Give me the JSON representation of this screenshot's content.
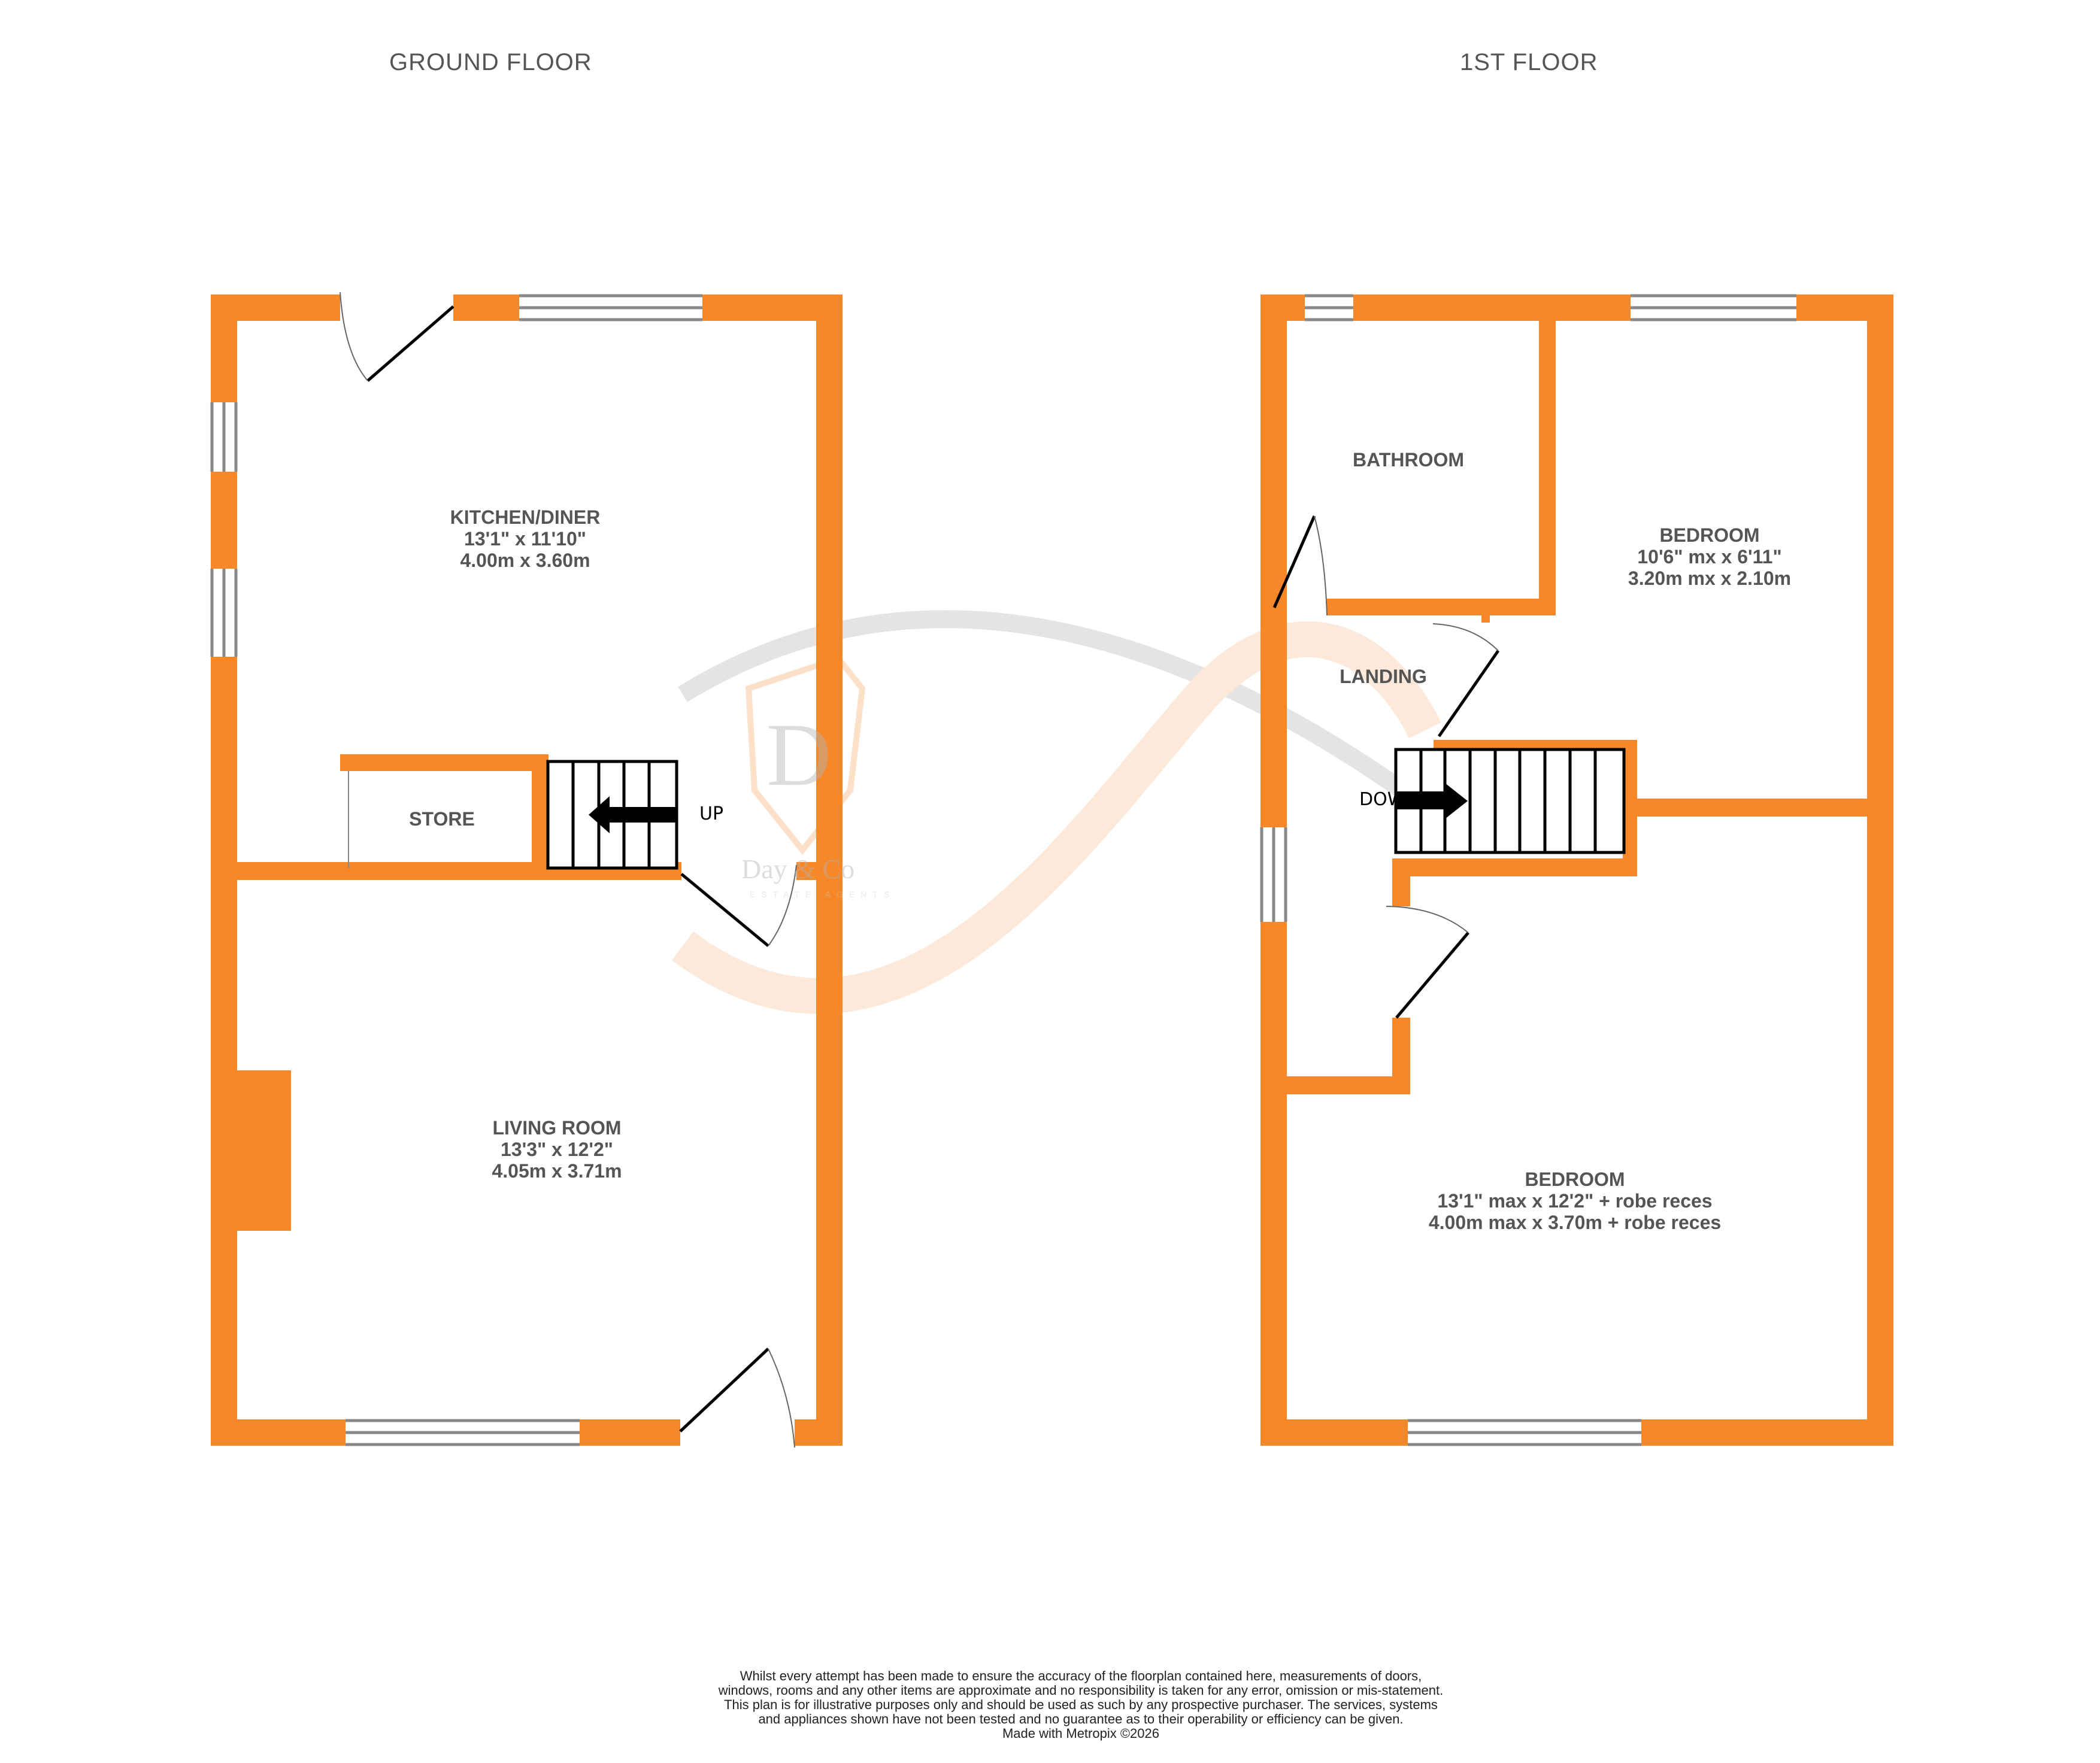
{
  "floors": [
    {
      "title": "GROUND FLOOR",
      "rooms": [
        {
          "name": "KITCHEN/DINER",
          "imperial": "13'1\"  x 11'10\"",
          "metric": "4.00m  x 3.60m"
        },
        {
          "name": "STORE"
        },
        {
          "name": "LIVING ROOM",
          "imperial": "13'3\"  x 12'2\"",
          "metric": "4.05m  x 3.71m"
        }
      ],
      "stairs": {
        "label": "UP",
        "direction": "left"
      }
    },
    {
      "title": "1ST FLOOR",
      "rooms": [
        {
          "name": "BATHROOM"
        },
        {
          "name": "BEDROOM",
          "imperial": "10'6\" mx x 6'11\"",
          "metric": "3.20m mx x 2.10m"
        },
        {
          "name": "LANDING"
        },
        {
          "name": "BEDROOM",
          "imperial": "13'1\" max x 12'2\" + robe reces",
          "metric": "4.00m max x 3.70m + robe reces"
        }
      ],
      "stairs": {
        "label": "DOWN",
        "direction": "right"
      }
    }
  ],
  "watermark": {
    "monogram": "D",
    "brand": "Day & Co",
    "tagline": "ESTATE AGENTS"
  },
  "disclaimer": {
    "text": "Whilst every attempt has been made to ensure the accuracy of the floorplan contained here, measurements of doors, windows, rooms and any other items are approximate and no responsibility is taken for any error, omission or mis-statement. This plan is for illustrative purposes only and should be used as such by any prospective purchaser. The services, systems and appliances shown have not been tested and no guarantee as to their operability or efficiency can be given.",
    "made_with": "Made with Metropix ©2026"
  },
  "colors": {
    "wall": "#F68829",
    "text": "#555555",
    "window": "#888888",
    "door": "#000000"
  }
}
